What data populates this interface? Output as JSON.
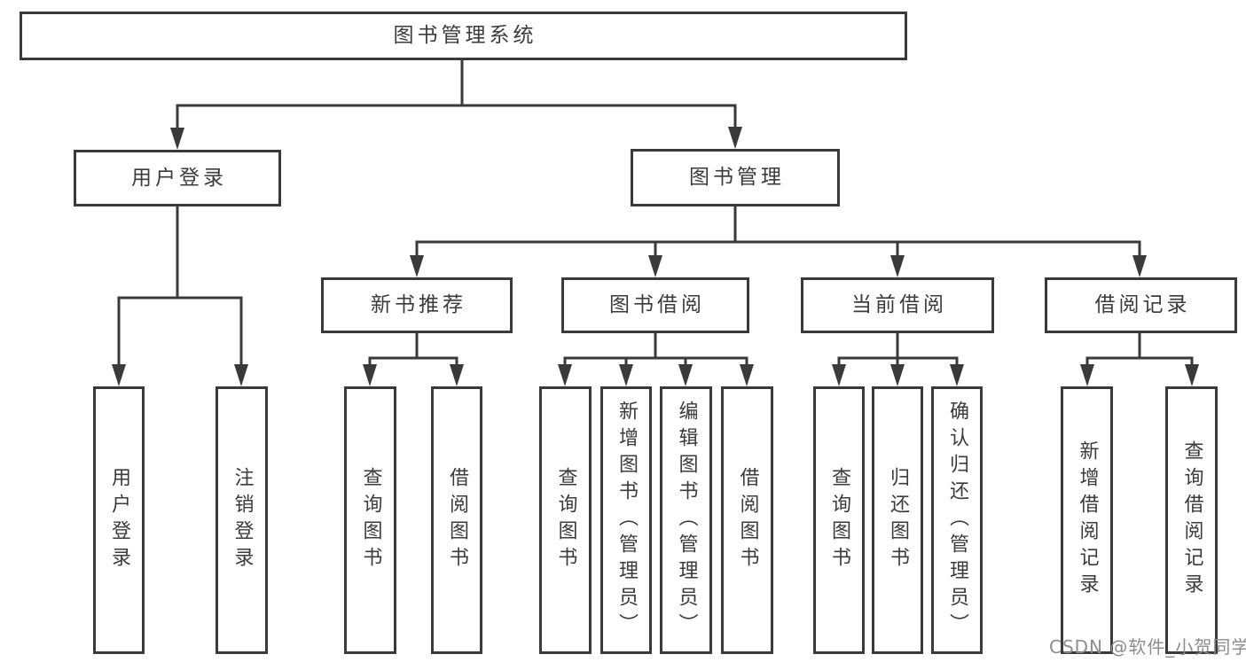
{
  "nodes": {
    "root": {
      "label": "图书管理系统"
    },
    "user_login": {
      "label": "用户登录"
    },
    "book_mgmt": {
      "label": "图书管理"
    },
    "new_book_rec": {
      "label": "新书推荐"
    },
    "book_borrow": {
      "label": "图书借阅"
    },
    "current_borrow": {
      "label": "当前借阅"
    },
    "borrow_record": {
      "label": "借阅记录"
    },
    "leaf_login": {
      "label": "用户登录"
    },
    "leaf_logout": {
      "label": "注销登录"
    },
    "leaf_rec_query": {
      "label": "查询图书"
    },
    "leaf_rec_borrow": {
      "label": "借阅图书"
    },
    "leaf_bb_query": {
      "label": "查询图书"
    },
    "leaf_bb_add": {
      "label": "新增图书（管理员）"
    },
    "leaf_bb_edit": {
      "label": "编辑图书（管理员）"
    },
    "leaf_bb_borrow": {
      "label": "借阅图书"
    },
    "leaf_cb_query": {
      "label": "查询图书"
    },
    "leaf_cb_return": {
      "label": "归还图书"
    },
    "leaf_cb_confirm": {
      "label": "确认归还（管理员）"
    },
    "leaf_br_add": {
      "label": "新增借阅记录"
    },
    "leaf_br_query": {
      "label": "查询借阅记录"
    }
  },
  "watermark": {
    "text": "CSDN @软件_小贺同学"
  },
  "colors": {
    "line": "#3a3a3a",
    "text": "#3b3b3b",
    "background": "#ffffff",
    "watermark": "#8c8c8c"
  }
}
